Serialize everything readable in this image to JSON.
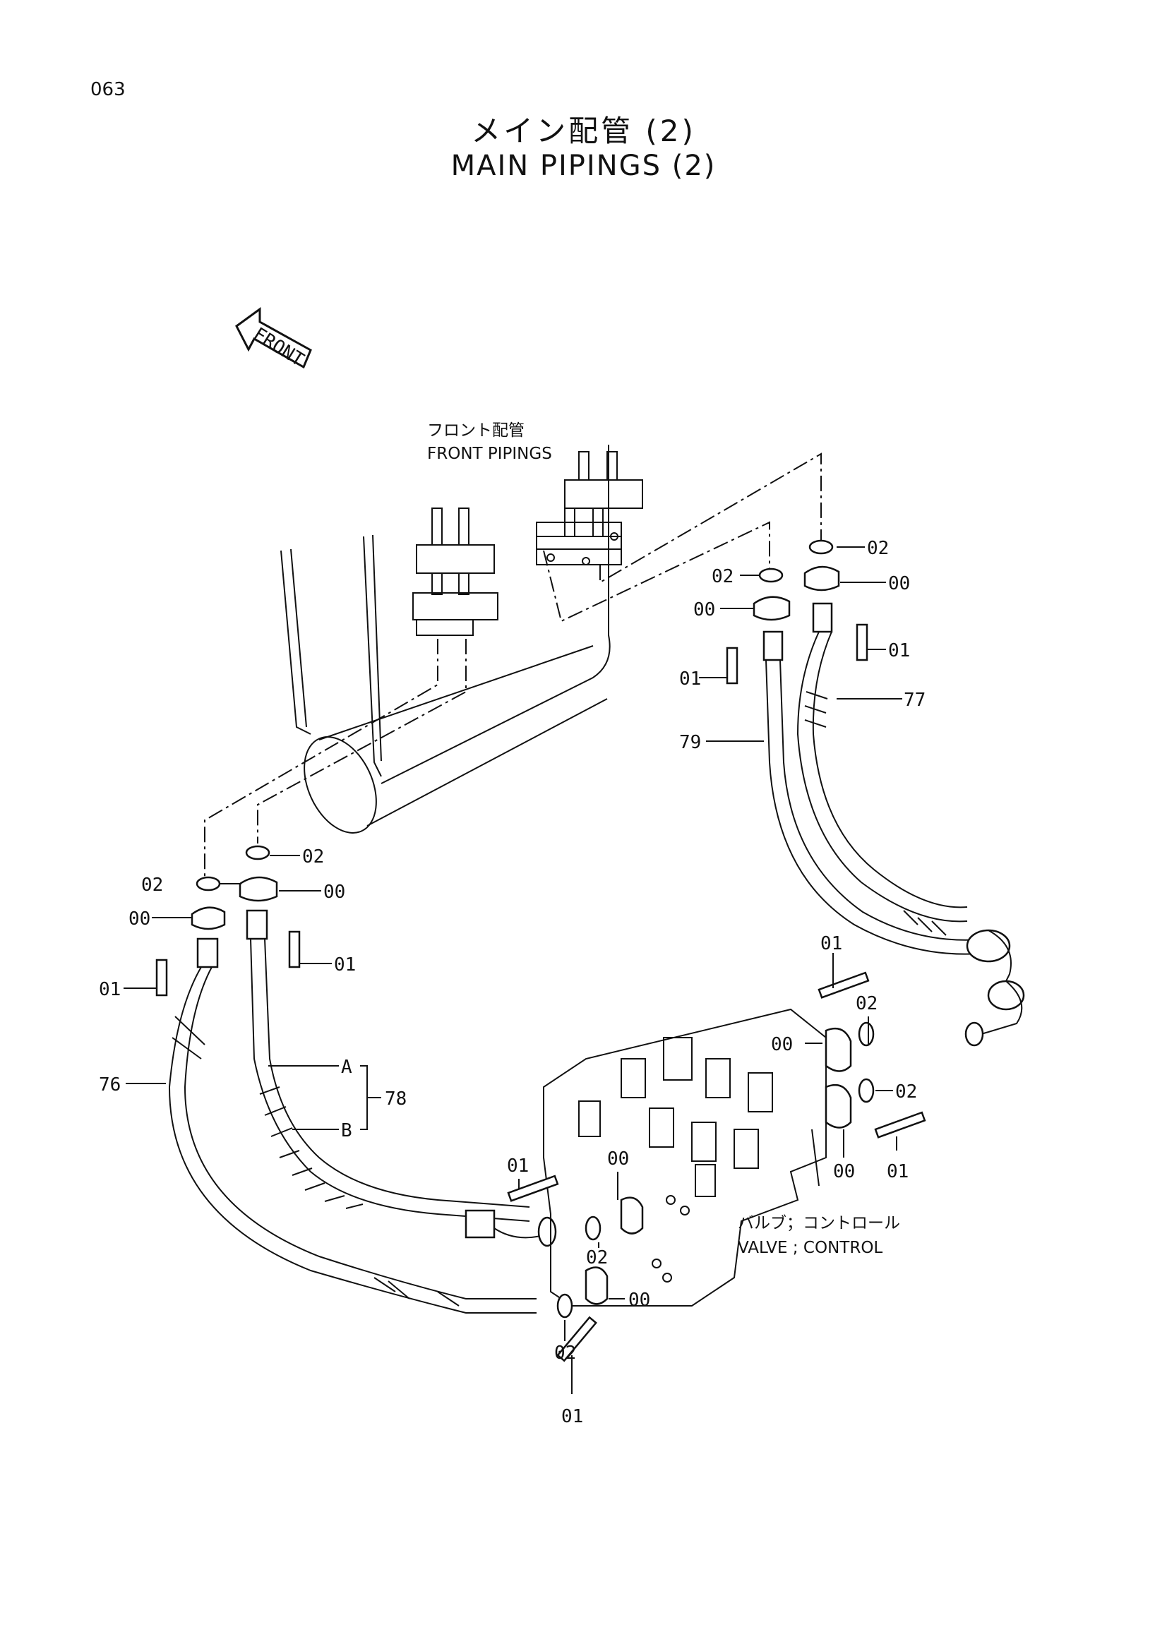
{
  "page_number": "063",
  "title_jp": "メイン配管 (2)",
  "title_en": "MAIN PIPINGS (2)",
  "front_arrow": "FRONT",
  "callouts": {
    "front_pipings_jp": "フロント配管",
    "front_pipings_en": "FRONT PIPINGS",
    "valve_jp": "バルブ；コントロール",
    "valve_en": "VALVE ; CONTROL"
  },
  "hose_ends": {
    "a": "A",
    "b": "B"
  },
  "part_numbers": {
    "p00": "00",
    "p01": "01",
    "p02": "02",
    "p76": "76",
    "p77": "77",
    "p78": "78",
    "p79": "79"
  }
}
